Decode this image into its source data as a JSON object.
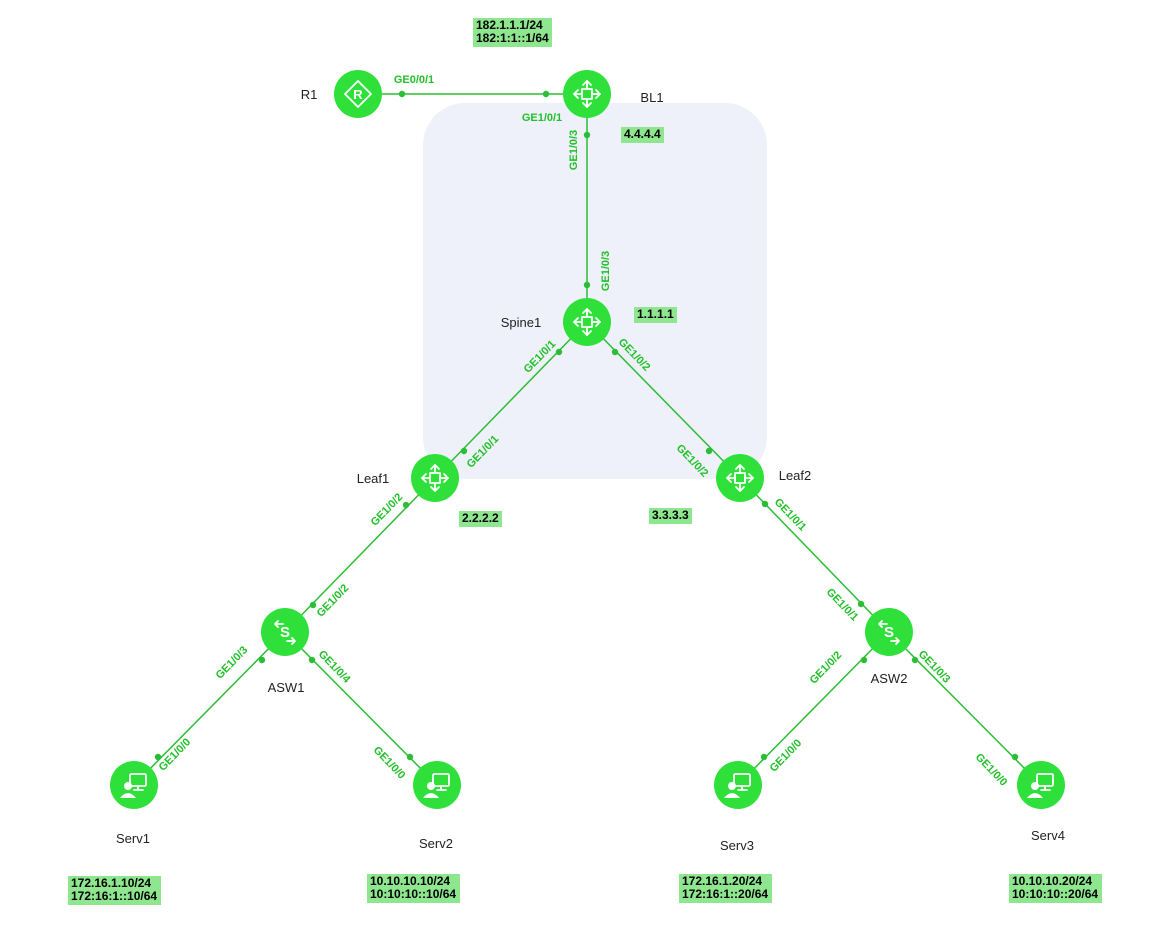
{
  "colors": {
    "device": "#2fe03a",
    "link": "#2bbd35",
    "port_label": "#22c02a",
    "address_bg": "#8ee68f",
    "fabric_zone": "#eef1fa"
  },
  "devices": [
    {
      "id": "R1",
      "name": "R1",
      "icon": "router-icon",
      "glyph": "R"
    },
    {
      "id": "BL1",
      "name": "BL1",
      "icon": "core-switch-icon"
    },
    {
      "id": "Spine1",
      "name": "Spine1",
      "icon": "core-switch-icon"
    },
    {
      "id": "Leaf1",
      "name": "Leaf1",
      "icon": "core-switch-icon"
    },
    {
      "id": "Leaf2",
      "name": "Leaf2",
      "icon": "core-switch-icon"
    },
    {
      "id": "ASW1",
      "name": "ASW1",
      "icon": "access-switch-icon",
      "glyph": "S"
    },
    {
      "id": "ASW2",
      "name": "ASW2",
      "icon": "access-switch-icon",
      "glyph": "S"
    },
    {
      "id": "Serv1",
      "name": "Serv1",
      "icon": "server-user-icon"
    },
    {
      "id": "Serv2",
      "name": "Serv2",
      "icon": "server-user-icon"
    },
    {
      "id": "Serv3",
      "name": "Serv3",
      "icon": "server-user-icon"
    },
    {
      "id": "Serv4",
      "name": "Serv4",
      "icon": "server-user-icon"
    }
  ],
  "links": [
    {
      "from": "R1",
      "to": "BL1",
      "from_port": "GE0/0/1",
      "to_port": "GE1/0/1"
    },
    {
      "from": "BL1",
      "to": "Spine1",
      "from_port": "GE1/0/3",
      "to_port": "GE1/0/3"
    },
    {
      "from": "Spine1",
      "to": "Leaf1",
      "from_port": "GE1/0/1",
      "to_port": "GE1/0/1"
    },
    {
      "from": "Spine1",
      "to": "Leaf2",
      "from_port": "GE1/0/2",
      "to_port": "GE1/0/2"
    },
    {
      "from": "Leaf1",
      "to": "ASW1",
      "from_port": "GE1/0/2",
      "to_port": "GE1/0/2"
    },
    {
      "from": "Leaf2",
      "to": "ASW2",
      "from_port": "GE1/0/1",
      "to_port": "GE1/0/1"
    },
    {
      "from": "ASW1",
      "to": "Serv1",
      "from_port": "GE1/0/3",
      "to_port": "GE1/0/0"
    },
    {
      "from": "ASW1",
      "to": "Serv2",
      "from_port": "GE1/0/4",
      "to_port": "GE1/0/0"
    },
    {
      "from": "ASW2",
      "to": "Serv3",
      "from_port": "GE1/0/2",
      "to_port": "GE1/0/0"
    },
    {
      "from": "ASW2",
      "to": "Serv4",
      "from_port": "GE1/0/3",
      "to_port": "GE1/0/0"
    }
  ],
  "addresses": [
    {
      "device": "BL1",
      "lines": [
        "182.1.1.1/24",
        "182:1:1::1/64"
      ]
    },
    {
      "device": "BL1",
      "lines": [
        "4.4.4.4"
      ]
    },
    {
      "device": "Spine1",
      "lines": [
        "1.1.1.1"
      ]
    },
    {
      "device": "Leaf1",
      "lines": [
        "2.2.2.2"
      ]
    },
    {
      "device": "Leaf2",
      "lines": [
        "3.3.3.3"
      ]
    },
    {
      "device": "Serv1",
      "lines": [
        "172.16.1.10/24",
        "172:16:1::10/64"
      ]
    },
    {
      "device": "Serv2",
      "lines": [
        "10.10.10.10/24",
        "10:10:10::10/64"
      ]
    },
    {
      "device": "Serv3",
      "lines": [
        "172.16.1.20/24",
        "172:16:1::20/64"
      ]
    },
    {
      "device": "Serv4",
      "lines": [
        "10.10.10.20/24",
        "10:10:10::20/64"
      ]
    }
  ]
}
